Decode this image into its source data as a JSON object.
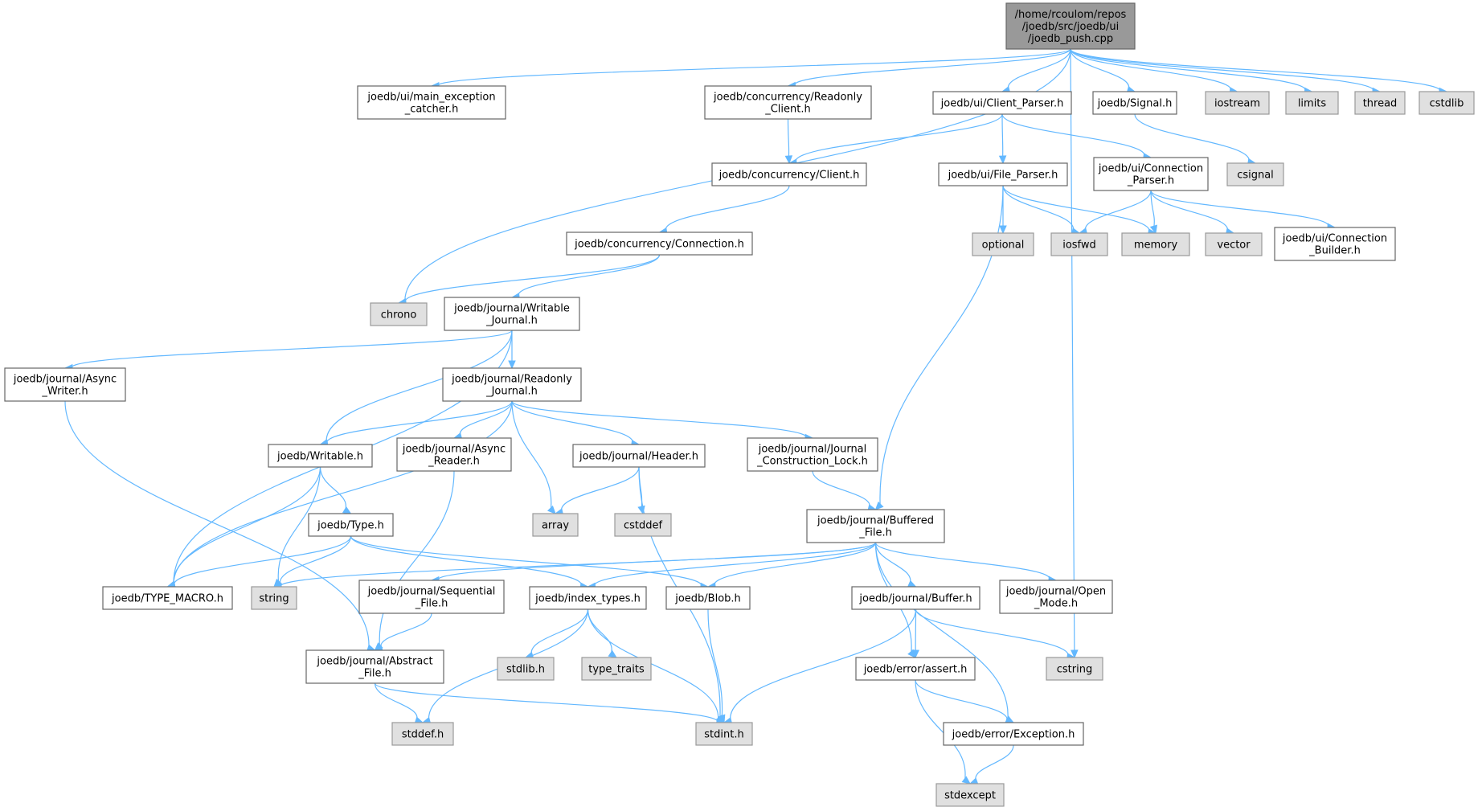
{
  "colors": {
    "edge": "#63b8ff",
    "root_fill": "#999999",
    "root_stroke": "#666666",
    "project_fill": "#ffffff",
    "project_stroke": "#666666",
    "system_fill": "#e0e0e0",
    "system_stroke": "#999999"
  },
  "nodes": [
    {
      "id": "root",
      "kind": "root",
      "lines": [
        "/home/rcoulom/repos",
        "/joedb/src/joedb/ui",
        "/joedb_push.cpp"
      ]
    },
    {
      "id": "main_exception",
      "kind": "project",
      "lines": [
        "joedb/ui/main_exception",
        "_catcher.h"
      ]
    },
    {
      "id": "readonly_client",
      "kind": "project",
      "lines": [
        "joedb/concurrency/Readonly",
        "_Client.h"
      ]
    },
    {
      "id": "client_parser",
      "kind": "project",
      "lines": [
        "joedb/ui/Client_Parser.h"
      ]
    },
    {
      "id": "signal",
      "kind": "project",
      "lines": [
        "joedb/Signal.h"
      ]
    },
    {
      "id": "iostream",
      "kind": "system",
      "lines": [
        "iostream"
      ]
    },
    {
      "id": "limits",
      "kind": "system",
      "lines": [
        "limits"
      ]
    },
    {
      "id": "thread",
      "kind": "system",
      "lines": [
        "thread"
      ]
    },
    {
      "id": "cstdlib",
      "kind": "system",
      "lines": [
        "cstdlib"
      ]
    },
    {
      "id": "client",
      "kind": "project",
      "lines": [
        "joedb/concurrency/Client.h"
      ]
    },
    {
      "id": "file_parser",
      "kind": "project",
      "lines": [
        "joedb/ui/File_Parser.h"
      ]
    },
    {
      "id": "connection_parser",
      "kind": "project",
      "lines": [
        "joedb/ui/Connection",
        "_Parser.h"
      ]
    },
    {
      "id": "csignal",
      "kind": "system",
      "lines": [
        "csignal"
      ]
    },
    {
      "id": "connection",
      "kind": "project",
      "lines": [
        "joedb/concurrency/Connection.h"
      ]
    },
    {
      "id": "optional",
      "kind": "system",
      "lines": [
        "optional"
      ]
    },
    {
      "id": "iosfwd",
      "kind": "system",
      "lines": [
        "iosfwd"
      ]
    },
    {
      "id": "memory",
      "kind": "system",
      "lines": [
        "memory"
      ]
    },
    {
      "id": "vector",
      "kind": "system",
      "lines": [
        "vector"
      ]
    },
    {
      "id": "connection_builder",
      "kind": "project",
      "lines": [
        "joedb/ui/Connection",
        "_Builder.h"
      ]
    },
    {
      "id": "chrono",
      "kind": "system",
      "lines": [
        "chrono"
      ]
    },
    {
      "id": "writable_journal",
      "kind": "project",
      "lines": [
        "joedb/journal/Writable",
        "_Journal.h"
      ]
    },
    {
      "id": "async_writer",
      "kind": "project",
      "lines": [
        "joedb/journal/Async",
        "_Writer.h"
      ]
    },
    {
      "id": "readonly_journal",
      "kind": "project",
      "lines": [
        "joedb/journal/Readonly",
        "_Journal.h"
      ]
    },
    {
      "id": "writable",
      "kind": "project",
      "lines": [
        "joedb/Writable.h"
      ]
    },
    {
      "id": "async_reader",
      "kind": "project",
      "lines": [
        "joedb/journal/Async",
        "_Reader.h"
      ]
    },
    {
      "id": "header",
      "kind": "project",
      "lines": [
        "joedb/journal/Header.h"
      ]
    },
    {
      "id": "construction_lock",
      "kind": "project",
      "lines": [
        "joedb/journal/Journal",
        "_Construction_Lock.h"
      ]
    },
    {
      "id": "type",
      "kind": "project",
      "lines": [
        "joedb/Type.h"
      ]
    },
    {
      "id": "array",
      "kind": "system",
      "lines": [
        "array"
      ]
    },
    {
      "id": "cstddef",
      "kind": "system",
      "lines": [
        "cstddef"
      ]
    },
    {
      "id": "buffered_file",
      "kind": "project",
      "lines": [
        "joedb/journal/Buffered",
        "_File.h"
      ]
    },
    {
      "id": "type_macro",
      "kind": "project",
      "lines": [
        "joedb/TYPE_MACRO.h"
      ]
    },
    {
      "id": "string",
      "kind": "system",
      "lines": [
        "string"
      ]
    },
    {
      "id": "sequential_file",
      "kind": "project",
      "lines": [
        "joedb/journal/Sequential",
        "_File.h"
      ]
    },
    {
      "id": "index_types",
      "kind": "project",
      "lines": [
        "joedb/index_types.h"
      ]
    },
    {
      "id": "blob",
      "kind": "project",
      "lines": [
        "joedb/Blob.h"
      ]
    },
    {
      "id": "buffer",
      "kind": "project",
      "lines": [
        "joedb/journal/Buffer.h"
      ]
    },
    {
      "id": "open_mode",
      "kind": "project",
      "lines": [
        "joedb/journal/Open",
        "_Mode.h"
      ]
    },
    {
      "id": "abstract_file",
      "kind": "project",
      "lines": [
        "joedb/journal/Abstract",
        "_File.h"
      ]
    },
    {
      "id": "stdlib_h",
      "kind": "system",
      "lines": [
        "stdlib.h"
      ]
    },
    {
      "id": "type_traits",
      "kind": "system",
      "lines": [
        "type_traits"
      ]
    },
    {
      "id": "assert",
      "kind": "project",
      "lines": [
        "joedb/error/assert.h"
      ]
    },
    {
      "id": "cstring",
      "kind": "system",
      "lines": [
        "cstring"
      ]
    },
    {
      "id": "stddef_h",
      "kind": "system",
      "lines": [
        "stddef.h"
      ]
    },
    {
      "id": "stdint_h",
      "kind": "system",
      "lines": [
        "stdint.h"
      ]
    },
    {
      "id": "exception",
      "kind": "project",
      "lines": [
        "joedb/error/Exception.h"
      ]
    },
    {
      "id": "stdexcept",
      "kind": "system",
      "lines": [
        "stdexcept"
      ]
    }
  ],
  "edges": [
    [
      "root",
      "main_exception"
    ],
    [
      "root",
      "readonly_client"
    ],
    [
      "root",
      "client_parser"
    ],
    [
      "root",
      "signal"
    ],
    [
      "root",
      "iostream"
    ],
    [
      "root",
      "limits"
    ],
    [
      "root",
      "thread"
    ],
    [
      "root",
      "cstdlib"
    ],
    [
      "root",
      "chrono"
    ],
    [
      "root",
      "cstring"
    ],
    [
      "readonly_client",
      "client"
    ],
    [
      "client_parser",
      "client"
    ],
    [
      "client_parser",
      "file_parser"
    ],
    [
      "client_parser",
      "connection_parser"
    ],
    [
      "signal",
      "csignal"
    ],
    [
      "client",
      "connection"
    ],
    [
      "file_parser",
      "optional"
    ],
    [
      "file_parser",
      "iosfwd"
    ],
    [
      "file_parser",
      "memory"
    ],
    [
      "file_parser",
      "buffered_file"
    ],
    [
      "connection_parser",
      "iosfwd"
    ],
    [
      "connection_parser",
      "memory"
    ],
    [
      "connection_parser",
      "vector"
    ],
    [
      "connection_parser",
      "connection_builder"
    ],
    [
      "connection",
      "chrono"
    ],
    [
      "connection",
      "writable_journal"
    ],
    [
      "writable_journal",
      "async_writer"
    ],
    [
      "writable_journal",
      "readonly_journal"
    ],
    [
      "writable_journal",
      "writable"
    ],
    [
      "writable_journal",
      "type_macro"
    ],
    [
      "async_writer",
      "abstract_file"
    ],
    [
      "readonly_journal",
      "writable"
    ],
    [
      "readonly_journal",
      "async_reader"
    ],
    [
      "readonly_journal",
      "header"
    ],
    [
      "readonly_journal",
      "construction_lock"
    ],
    [
      "readonly_journal",
      "array"
    ],
    [
      "readonly_journal",
      "type_macro"
    ],
    [
      "writable",
      "type"
    ],
    [
      "writable",
      "type_macro"
    ],
    [
      "writable",
      "string"
    ],
    [
      "type",
      "type_macro"
    ],
    [
      "type",
      "string"
    ],
    [
      "type",
      "index_types"
    ],
    [
      "type",
      "blob"
    ],
    [
      "async_reader",
      "abstract_file"
    ],
    [
      "header",
      "array"
    ],
    [
      "header",
      "cstddef"
    ],
    [
      "header",
      "stdint_h"
    ],
    [
      "construction_lock",
      "buffered_file"
    ],
    [
      "buffered_file",
      "string"
    ],
    [
      "buffered_file",
      "sequential_file"
    ],
    [
      "buffered_file",
      "index_types"
    ],
    [
      "buffered_file",
      "blob"
    ],
    [
      "buffered_file",
      "buffer"
    ],
    [
      "buffered_file",
      "open_mode"
    ],
    [
      "buffered_file",
      "assert"
    ],
    [
      "buffered_file",
      "exception"
    ],
    [
      "sequential_file",
      "abstract_file"
    ],
    [
      "index_types",
      "stddef_h"
    ],
    [
      "index_types",
      "stdlib_h"
    ],
    [
      "index_types",
      "type_traits"
    ],
    [
      "index_types",
      "stdint_h"
    ],
    [
      "blob",
      "stdint_h"
    ],
    [
      "buffer",
      "assert"
    ],
    [
      "buffer",
      "cstring"
    ],
    [
      "buffer",
      "stdint_h"
    ],
    [
      "abstract_file",
      "stddef_h"
    ],
    [
      "abstract_file",
      "stdint_h"
    ],
    [
      "assert",
      "exception"
    ],
    [
      "assert",
      "stdexcept"
    ],
    [
      "exception",
      "stdexcept"
    ]
  ]
}
